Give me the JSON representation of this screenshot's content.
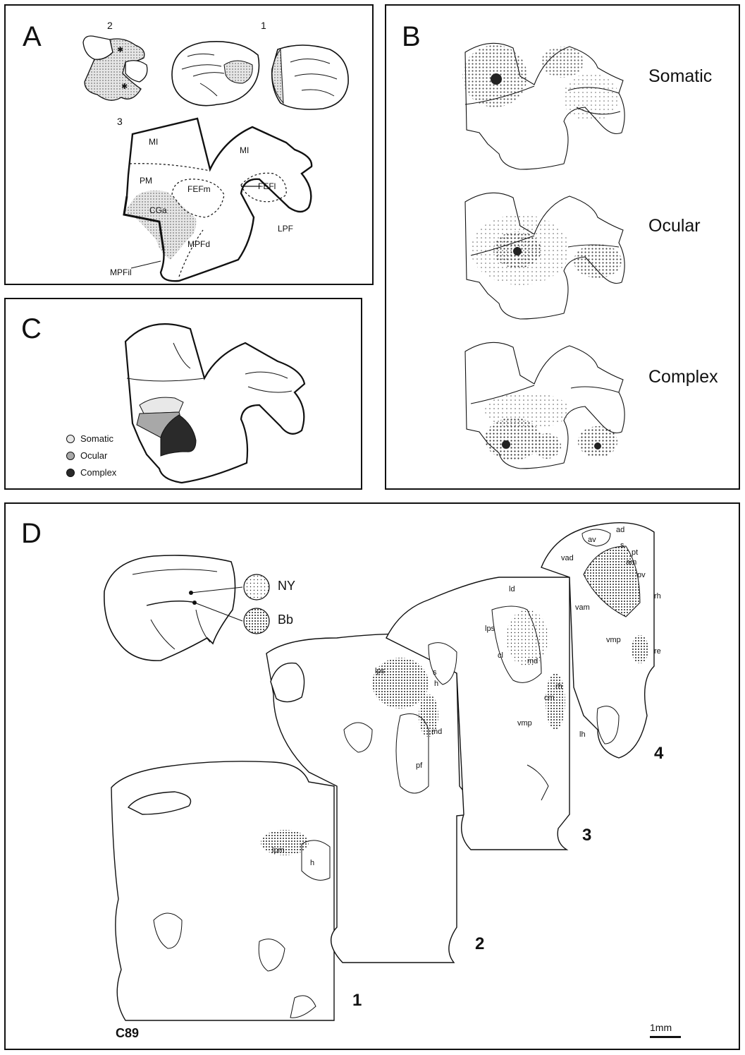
{
  "panel_a": {
    "letter": "A",
    "sub_labels": [
      "2",
      "1",
      "3"
    ],
    "regions": [
      "MI",
      "MI",
      "PM",
      "FEFm",
      "FEFl",
      "CGa",
      "MPFd",
      "LPF",
      "MPFil"
    ]
  },
  "panel_b": {
    "letter": "B",
    "maps": [
      "Somatic",
      "Ocular",
      "Complex"
    ]
  },
  "panel_c": {
    "letter": "C",
    "legend": [
      {
        "label": "Somatic",
        "color": "#e8e8e8"
      },
      {
        "label": "Ocular",
        "color": "#a8a8a8"
      },
      {
        "label": "Complex",
        "color": "#2a2a2a"
      }
    ]
  },
  "panel_d": {
    "letter": "D",
    "tracers": [
      "NY",
      "Bb"
    ],
    "section_numbers": [
      "1",
      "2",
      "3",
      "4"
    ],
    "case_id": "C89",
    "scale_bar": "1mm",
    "nuclei": [
      "ad",
      "av",
      "s",
      "pt",
      "am",
      "pv",
      "vad",
      "rh",
      "ld",
      "vam",
      "lps",
      "vmp",
      "re",
      "cl",
      "md",
      "rh",
      "cm",
      "vmp",
      "lh",
      "lps",
      "s",
      "h",
      "md",
      "pf",
      "lpm",
      "h"
    ]
  }
}
